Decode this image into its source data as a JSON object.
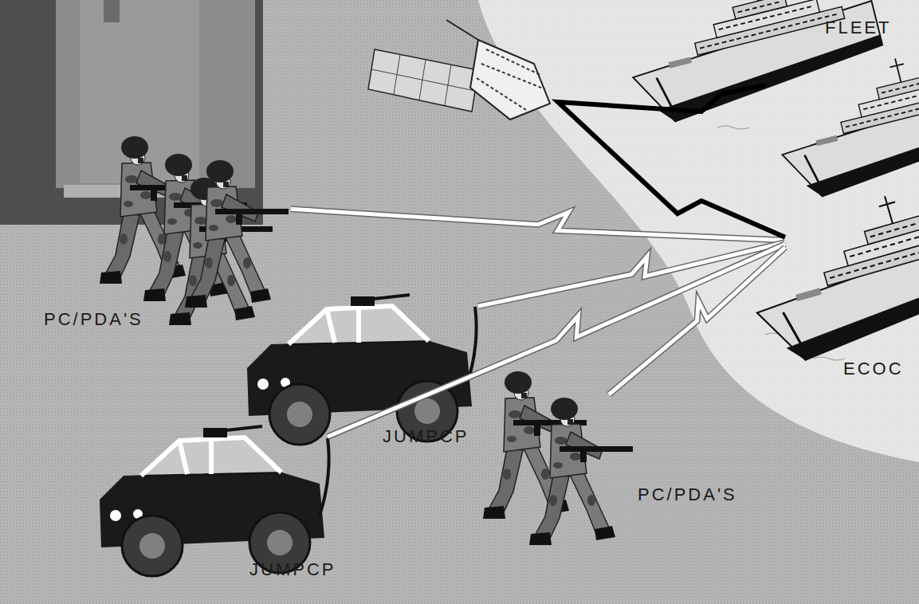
{
  "diagram": {
    "nodes": [
      {
        "text": [
          "PC/PDA'S"
        ]
      },
      {
        "text": [
          "JUMPCP"
        ]
      },
      {
        "text": [
          "JUMPCP"
        ]
      },
      {
        "text": [
          "PC/PDA'S"
        ]
      },
      {
        "text": [
          "ECOC"
        ]
      },
      {
        "text": [
          "FLEET"
        ]
      }
    ],
    "edges": [
      {
        "from": 0,
        "to": 4,
        "arrow": "none"
      },
      {
        "from": 1,
        "to": 4,
        "arrow": "none"
      },
      {
        "from": 2,
        "to": 4,
        "arrow": "none"
      },
      {
        "from": 3,
        "to": 4,
        "arrow": "none"
      },
      {
        "from": 5,
        "to": 4,
        "arrow": "none"
      }
    ]
  }
}
